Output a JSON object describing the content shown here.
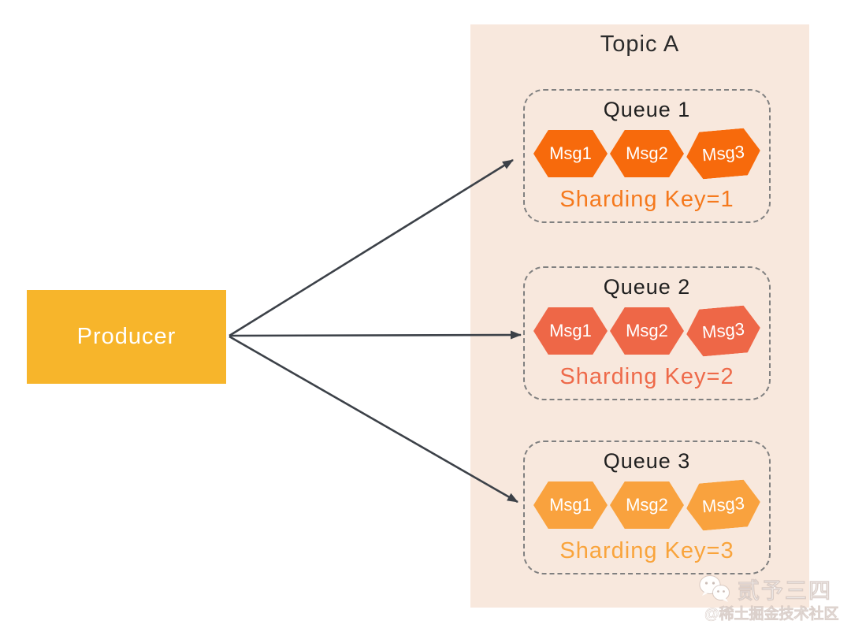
{
  "diagram": {
    "producer": {
      "label": "Producer",
      "color": "#F7B52B"
    },
    "topic": {
      "title": "Topic A",
      "panel_color": "#F8E8DD",
      "queues": [
        {
          "title": "Queue 1",
          "messages": [
            "Msg1",
            "Msg2",
            "Msg3"
          ],
          "sharding_key_label": "Sharding Key=1",
          "hex_color": "#F76A0C",
          "key_color": "#F5791D"
        },
        {
          "title": "Queue 2",
          "messages": [
            "Msg1",
            "Msg2",
            "Msg3"
          ],
          "sharding_key_label": "Sharding Key=2",
          "hex_color": "#EE6747",
          "key_color": "#EE6A4A"
        },
        {
          "title": "Queue 3",
          "messages": [
            "Msg1",
            "Msg2",
            "Msg3"
          ],
          "sharding_key_label": "Sharding Key=3",
          "hex_color": "#F9A23E",
          "key_color": "#F9A43C"
        }
      ]
    },
    "arrows": {
      "color": "#3C4148",
      "count": 3
    },
    "watermark": {
      "icon": "wechat-icon",
      "name": "贰予三四",
      "handle": "@稀土掘金技术社区"
    }
  }
}
